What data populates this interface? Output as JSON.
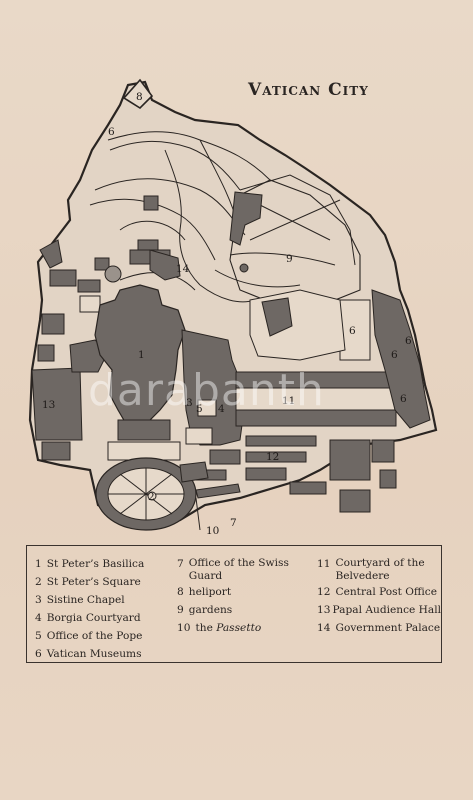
{
  "map": {
    "title": "Vatican City",
    "watermark": "darabanth",
    "markers": [
      {
        "id": "m1",
        "label": "1"
      },
      {
        "id": "m2",
        "label": "2"
      },
      {
        "id": "m3",
        "label": "3"
      },
      {
        "id": "m4",
        "label": "4"
      },
      {
        "id": "m5",
        "label": "5"
      },
      {
        "id": "m6a",
        "label": "6"
      },
      {
        "id": "m6b",
        "label": "6"
      },
      {
        "id": "m6c",
        "label": "6"
      },
      {
        "id": "m6d",
        "label": "6"
      },
      {
        "id": "m6e",
        "label": "6"
      },
      {
        "id": "m7",
        "label": "7"
      },
      {
        "id": "m8",
        "label": "8"
      },
      {
        "id": "m9",
        "label": "9"
      },
      {
        "id": "m10",
        "label": "10"
      },
      {
        "id": "m11",
        "label": "11"
      },
      {
        "id": "m12",
        "label": "12"
      },
      {
        "id": "m13",
        "label": "13"
      },
      {
        "id": "m14",
        "label": "14"
      }
    ]
  },
  "legend": {
    "columns": [
      [
        {
          "num": "1",
          "label": "St Peter’s Basilica"
        },
        {
          "num": "2",
          "label": "St Peter’s Square"
        },
        {
          "num": "3",
          "label": "Sistine Chapel"
        },
        {
          "num": "4",
          "label": "Borgia Courtyard"
        },
        {
          "num": "5",
          "label": "Office of the Pope"
        },
        {
          "num": "6",
          "label": "Vatican Museums"
        }
      ],
      [
        {
          "num": "7",
          "label": "Office of the Swiss Guard"
        },
        {
          "num": "8",
          "label": "heliport"
        },
        {
          "num": "9",
          "label": "gardens"
        },
        {
          "num": "10",
          "label_prefix": "the ",
          "label_italic": "Passetto"
        }
      ],
      [
        {
          "num": "11",
          "label": "Courtyard of the Belvedere"
        },
        {
          "num": "12",
          "label": "Central Post Office"
        },
        {
          "num": "13",
          "label": "Papal Audience Hall"
        },
        {
          "num": "14",
          "label": "Government Palace"
        }
      ]
    ]
  },
  "colors": {
    "paper": "#e8d6c4",
    "ink": "#2a2522",
    "building_fill": "#6e6864",
    "ground_fill": "#ddd0c2"
  }
}
